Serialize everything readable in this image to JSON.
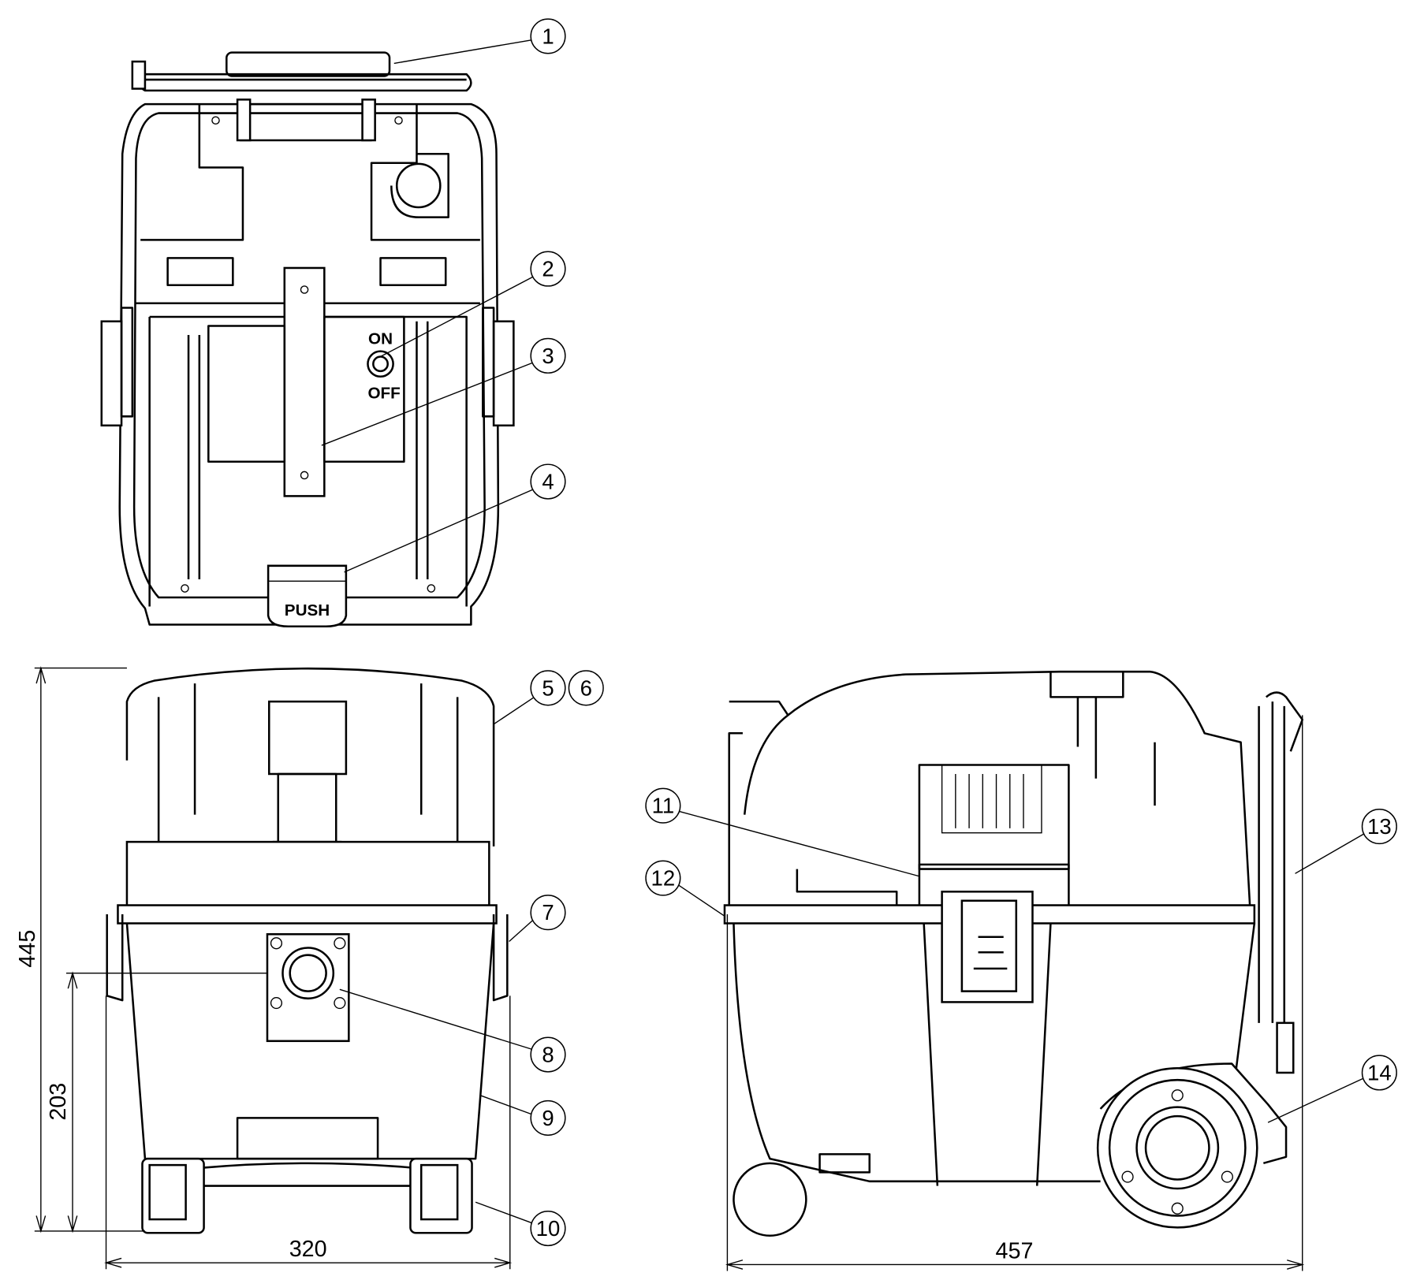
{
  "title": "Vacuum cleaner dimension drawing",
  "labels": {
    "on": "ON",
    "off": "OFF",
    "push": "PUSH"
  },
  "callouts": [
    "1",
    "2",
    "3",
    "4",
    "5",
    "6",
    "7",
    "8",
    "9",
    "10",
    "11",
    "12",
    "13",
    "14"
  ],
  "dimensions": {
    "height_total": "445",
    "height_inlet": "203",
    "width_front": "320",
    "length_side": "457"
  }
}
